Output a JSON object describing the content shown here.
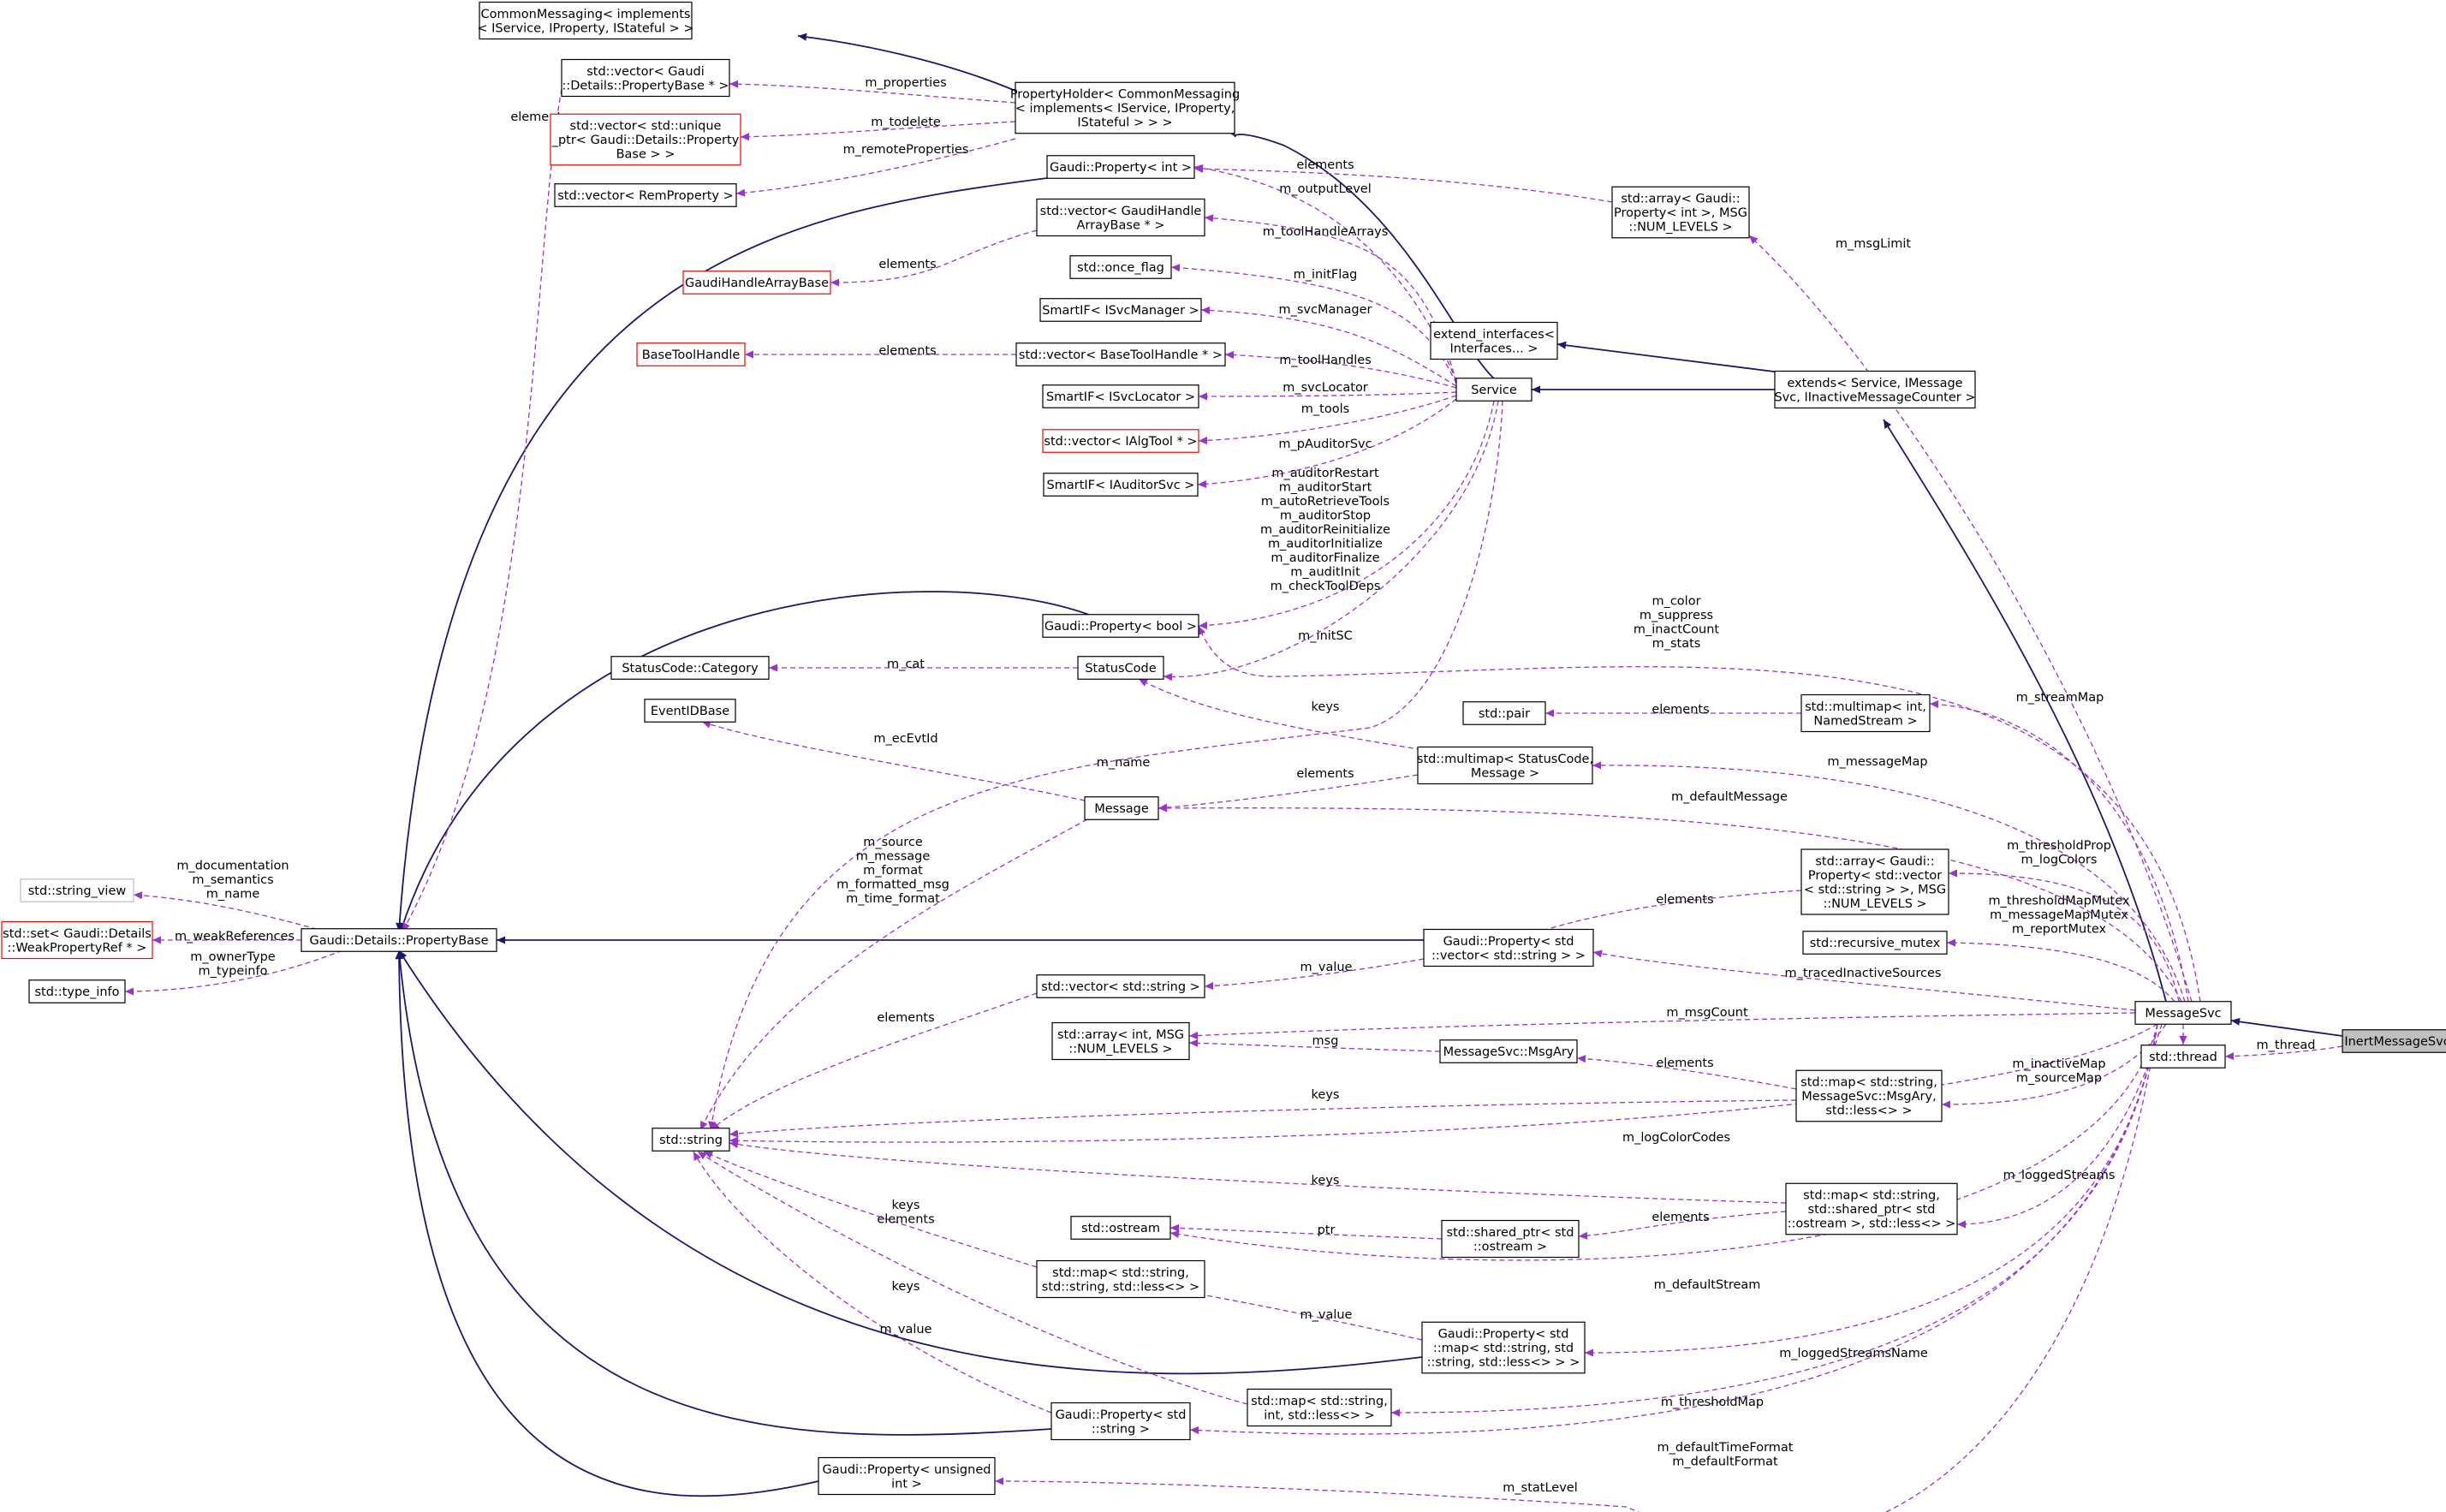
{
  "colors": {
    "inheritance": "#191970",
    "usage": "#9a32cd",
    "missing_node_border": "#ff0000",
    "external_node_border": "#bfbfbf",
    "highlighted_node_fill": "#bfbfbf"
  },
  "nodes": [
    {
      "id": "common_messaging",
      "lines": [
        "CommonMessaging< implements",
        "< IService, IProperty, IStateful > >"
      ],
      "style": "normal"
    },
    {
      "id": "vector_propertybase",
      "lines": [
        "std::vector< Gaudi",
        "::Details::PropertyBase * >"
      ],
      "style": "normal"
    },
    {
      "id": "vector_unique_ptr",
      "lines": [
        "std::vector< std::unique",
        "_ptr< Gaudi::Details::Property",
        "Base > >"
      ],
      "style": "red"
    },
    {
      "id": "vector_remprop",
      "lines": [
        "std::vector< RemProperty >"
      ],
      "style": "normal"
    },
    {
      "id": "property_holder",
      "lines": [
        "PropertyHolder< CommonMessaging",
        "< implements< IService, IProperty,",
        "IStateful > > >"
      ],
      "style": "normal"
    },
    {
      "id": "prop_int",
      "lines": [
        "Gaudi::Property< int >"
      ],
      "style": "normal"
    },
    {
      "id": "vector_gaudihandle",
      "lines": [
        "std::vector< GaudiHandle",
        "ArrayBase * >"
      ],
      "style": "normal"
    },
    {
      "id": "gaudihandle_arraybase",
      "lines": [
        "GaudiHandleArrayBase"
      ],
      "style": "red"
    },
    {
      "id": "once_flag",
      "lines": [
        "std::once_flag"
      ],
      "style": "normal"
    },
    {
      "id": "smartif_isvcmanager",
      "lines": [
        "SmartIF< ISvcManager >"
      ],
      "style": "normal"
    },
    {
      "id": "basetoolhandle",
      "lines": [
        "BaseToolHandle"
      ],
      "style": "red"
    },
    {
      "id": "vector_basetoolhandle",
      "lines": [
        "std::vector< BaseToolHandle * >"
      ],
      "style": "normal"
    },
    {
      "id": "smartif_isvclocator",
      "lines": [
        "SmartIF< ISvcLocator >"
      ],
      "style": "normal"
    },
    {
      "id": "vector_ialgtool",
      "lines": [
        "std::vector< IAlgTool * >"
      ],
      "style": "red"
    },
    {
      "id": "smartif_iauditorsvc",
      "lines": [
        "SmartIF< IAuditorSvc >"
      ],
      "style": "normal"
    },
    {
      "id": "array_prop_int",
      "lines": [
        "std::array< Gaudi::",
        "Property< int >, MSG",
        "::NUM_LEVELS >"
      ],
      "style": "normal"
    },
    {
      "id": "extend_interfaces",
      "lines": [
        "extend_interfaces<",
        "Interfaces... >"
      ],
      "style": "normal"
    },
    {
      "id": "service",
      "lines": [
        "Service"
      ],
      "style": "normal"
    },
    {
      "id": "extends",
      "lines": [
        "extends< Service, IMessage",
        "Svc, IInactiveMessageCounter >"
      ],
      "style": "normal"
    },
    {
      "id": "prop_bool",
      "lines": [
        "Gaudi::Property< bool >"
      ],
      "style": "normal"
    },
    {
      "id": "statuscode_category",
      "lines": [
        "StatusCode::Category"
      ],
      "style": "normal"
    },
    {
      "id": "statuscode",
      "lines": [
        "StatusCode"
      ],
      "style": "normal"
    },
    {
      "id": "eventidbase",
      "lines": [
        "EventIDBase"
      ],
      "style": "normal"
    },
    {
      "id": "std_pair",
      "lines": [
        "std::pair"
      ],
      "style": "normal"
    },
    {
      "id": "multimap_namedstream",
      "lines": [
        "std::multimap< int,",
        "NamedStream >"
      ],
      "style": "normal"
    },
    {
      "id": "multimap_statuscode",
      "lines": [
        "std::multimap< StatusCode,",
        "Message >"
      ],
      "style": "normal"
    },
    {
      "id": "message",
      "lines": [
        "Message"
      ],
      "style": "normal"
    },
    {
      "id": "string_view",
      "lines": [
        "std::string_view"
      ],
      "style": "grey"
    },
    {
      "id": "set_weakref",
      "lines": [
        "std::set< Gaudi::Details",
        "::WeakPropertyRef * >"
      ],
      "style": "red"
    },
    {
      "id": "type_info",
      "lines": [
        "std::type_info"
      ],
      "style": "normal"
    },
    {
      "id": "propertybase",
      "lines": [
        "Gaudi::Details::PropertyBase"
      ],
      "style": "normal"
    },
    {
      "id": "array_prop_vector",
      "lines": [
        "std::array< Gaudi::",
        "Property< std::vector",
        "< std::string > >, MSG",
        "::NUM_LEVELS >"
      ],
      "style": "normal"
    },
    {
      "id": "prop_vector_string",
      "lines": [
        "Gaudi::Property< std",
        "::vector< std::string > >"
      ],
      "style": "normal"
    },
    {
      "id": "recursive_mutex",
      "lines": [
        "std::recursive_mutex"
      ],
      "style": "normal"
    },
    {
      "id": "vector_string",
      "lines": [
        "std::vector< std::string >"
      ],
      "style": "normal"
    },
    {
      "id": "array_int",
      "lines": [
        "std::array< int, MSG",
        "::NUM_LEVELS >"
      ],
      "style": "normal"
    },
    {
      "id": "msgary",
      "lines": [
        "MessageSvc::MsgAry"
      ],
      "style": "normal"
    },
    {
      "id": "messagesvc",
      "lines": [
        "MessageSvc"
      ],
      "style": "normal"
    },
    {
      "id": "inertmessagesvc",
      "lines": [
        "InertMessageSvc"
      ],
      "style": "highlight"
    },
    {
      "id": "std_thread",
      "lines": [
        "std::thread"
      ],
      "style": "normal"
    },
    {
      "id": "map_msgary",
      "lines": [
        "std::map< std::string,",
        "MessageSvc::MsgAry,",
        "std::less<> >"
      ],
      "style": "normal"
    },
    {
      "id": "std_string",
      "lines": [
        "std::string"
      ],
      "style": "normal"
    },
    {
      "id": "std_ostream",
      "lines": [
        "std::ostream"
      ],
      "style": "normal"
    },
    {
      "id": "map_shared_ptr",
      "lines": [
        "std::map< std::string,",
        "std::shared_ptr< std",
        "::ostream >, std::less<> >"
      ],
      "style": "normal"
    },
    {
      "id": "shared_ptr_ostream",
      "lines": [
        "std::shared_ptr< std",
        "::ostream >"
      ],
      "style": "normal"
    },
    {
      "id": "map_string_string",
      "lines": [
        "std::map< std::string,",
        "std::string, std::less<> >"
      ],
      "style": "normal"
    },
    {
      "id": "prop_map",
      "lines": [
        "Gaudi::Property< std",
        "::map< std::string, std",
        "::string, std::less<> > >"
      ],
      "style": "normal"
    },
    {
      "id": "map_string_int",
      "lines": [
        "std::map< std::string,",
        "int, std::less<> >"
      ],
      "style": "normal"
    },
    {
      "id": "prop_string",
      "lines": [
        "Gaudi::Property< std",
        "::string >"
      ],
      "style": "normal"
    },
    {
      "id": "prop_unsigned",
      "lines": [
        "Gaudi::Property< unsigned",
        "int >"
      ],
      "style": "normal"
    }
  ],
  "edges": [
    {
      "from": "property_holder",
      "to": "common_messaging",
      "kind": "inheritance",
      "label": []
    },
    {
      "from": "service",
      "to": "property_holder",
      "kind": "inheritance",
      "label": []
    },
    {
      "from": "extends",
      "to": "extend_interfaces",
      "kind": "inheritance",
      "label": []
    },
    {
      "from": "extends",
      "to": "service",
      "kind": "inheritance",
      "label": []
    },
    {
      "from": "messagesvc",
      "to": "extends",
      "kind": "inheritance",
      "label": []
    },
    {
      "from": "inertmessagesvc",
      "to": "messagesvc",
      "kind": "inheritance",
      "label": []
    },
    {
      "from": "prop_int",
      "to": "propertybase",
      "kind": "inheritance",
      "label": []
    },
    {
      "from": "prop_bool",
      "to": "propertybase",
      "kind": "inheritance",
      "label": []
    },
    {
      "from": "prop_vector_string",
      "to": "propertybase",
      "kind": "inheritance",
      "label": []
    },
    {
      "from": "prop_map",
      "to": "propertybase",
      "kind": "inheritance",
      "label": []
    },
    {
      "from": "prop_string",
      "to": "propertybase",
      "kind": "inheritance",
      "label": []
    },
    {
      "from": "prop_unsigned",
      "to": "propertybase",
      "kind": "inheritance",
      "label": []
    },
    {
      "from": "property_holder",
      "to": "vector_propertybase",
      "kind": "usage",
      "label": [
        "m_properties"
      ]
    },
    {
      "from": "property_holder",
      "to": "vector_unique_ptr",
      "kind": "usage",
      "label": [
        "m_todelete"
      ]
    },
    {
      "from": "property_holder",
      "to": "vector_remprop",
      "kind": "usage",
      "label": [
        "m_remoteProperties"
      ]
    },
    {
      "from": "vector_propertybase",
      "to": "propertybase",
      "kind": "usage",
      "label": [
        "elements"
      ]
    },
    {
      "from": "service",
      "to": "prop_int",
      "kind": "usage",
      "label": [
        "m_outputLevel"
      ]
    },
    {
      "from": "array_prop_int",
      "to": "prop_int",
      "kind": "usage",
      "label": [
        "elements"
      ]
    },
    {
      "from": "service",
      "to": "vector_gaudihandle",
      "kind": "usage",
      "label": [
        "m_toolHandleArrays"
      ]
    },
    {
      "from": "vector_gaudihandle",
      "to": "gaudihandle_arraybase",
      "kind": "usage",
      "label": [
        "elements"
      ]
    },
    {
      "from": "service",
      "to": "once_flag",
      "kind": "usage",
      "label": [
        "m_initFlag"
      ]
    },
    {
      "from": "service",
      "to": "smartif_isvcmanager",
      "kind": "usage",
      "label": [
        "m_svcManager"
      ]
    },
    {
      "from": "service",
      "to": "vector_basetoolhandle",
      "kind": "usage",
      "label": [
        "m_toolHandles"
      ]
    },
    {
      "from": "vector_basetoolhandle",
      "to": "basetoolhandle",
      "kind": "usage",
      "label": [
        "elements"
      ]
    },
    {
      "from": "service",
      "to": "smartif_isvclocator",
      "kind": "usage",
      "label": [
        "m_svcLocator"
      ]
    },
    {
      "from": "service",
      "to": "vector_ialgtool",
      "kind": "usage",
      "label": [
        "m_tools"
      ]
    },
    {
      "from": "service",
      "to": "smartif_iauditorsvc",
      "kind": "usage",
      "label": [
        "m_pAuditorSvc"
      ]
    },
    {
      "from": "service",
      "to": "prop_bool",
      "kind": "usage",
      "label": [
        "m_auditorRestart",
        "m_auditorStart",
        "m_autoRetrieveTools",
        "m_auditorStop",
        "m_auditorReinitialize",
        "m_auditorInitialize",
        "m_auditorFinalize",
        "m_auditInit",
        "m_checkToolDeps"
      ]
    },
    {
      "from": "service",
      "to": "statuscode",
      "kind": "usage",
      "label": [
        "m_initSC"
      ]
    },
    {
      "from": "service",
      "to": "std_string",
      "kind": "usage",
      "label": [
        "m_name"
      ]
    },
    {
      "from": "messagesvc",
      "to": "array_prop_int",
      "kind": "usage",
      "label": [
        "m_msgLimit"
      ]
    },
    {
      "from": "messagesvc",
      "to": "prop_bool",
      "kind": "usage",
      "label": [
        "m_color",
        "m_suppress",
        "m_inactCount",
        "m_stats"
      ]
    },
    {
      "from": "statuscode",
      "to": "statuscode_category",
      "kind": "usage",
      "label": [
        "m_cat"
      ]
    },
    {
      "from": "multimap_statuscode",
      "to": "statuscode",
      "kind": "usage",
      "label": [
        "keys"
      ]
    },
    {
      "from": "message",
      "to": "eventidbase",
      "kind": "usage",
      "label": [
        "m_ecEvtId"
      ]
    },
    {
      "from": "multimap_namedstream",
      "to": "std_pair",
      "kind": "usage",
      "label": [
        "elements"
      ]
    },
    {
      "from": "messagesvc",
      "to": "multimap_namedstream",
      "kind": "usage",
      "label": [
        "m_streamMap"
      ]
    },
    {
      "from": "messagesvc",
      "to": "multimap_statuscode",
      "kind": "usage",
      "label": [
        "m_messageMap"
      ]
    },
    {
      "from": "multimap_statuscode",
      "to": "message",
      "kind": "usage",
      "label": [
        "elements"
      ]
    },
    {
      "from": "messagesvc",
      "to": "message",
      "kind": "usage",
      "label": [
        "m_defaultMessage"
      ]
    },
    {
      "from": "message",
      "to": "std_string",
      "kind": "usage",
      "label": [
        "m_source",
        "m_message",
        "m_format",
        "m_formatted_msg",
        "m_time_format"
      ]
    },
    {
      "from": "propertybase",
      "to": "string_view",
      "kind": "usage",
      "label": [
        "m_documentation",
        "m_semantics",
        "m_name"
      ]
    },
    {
      "from": "propertybase",
      "to": "set_weakref",
      "kind": "usage",
      "label": [
        "m_weakReferences"
      ]
    },
    {
      "from": "propertybase",
      "to": "type_info",
      "kind": "usage",
      "label": [
        "m_ownerType",
        "m_typeinfo"
      ]
    },
    {
      "from": "messagesvc",
      "to": "array_prop_vector",
      "kind": "usage",
      "label": [
        "m_thresholdProp",
        "m_logColors"
      ]
    },
    {
      "from": "array_prop_vector",
      "to": "prop_vector_string",
      "kind": "usage",
      "label": [
        "elements"
      ]
    },
    {
      "from": "messagesvc",
      "to": "recursive_mutex",
      "kind": "usage",
      "label": [
        "m_thresholdMapMutex",
        "m_messageMapMutex",
        "m_reportMutex"
      ]
    },
    {
      "from": "messagesvc",
      "to": "prop_vector_string",
      "kind": "usage",
      "label": [
        "m_tracedInactiveSources"
      ]
    },
    {
      "from": "prop_vector_string",
      "to": "vector_string",
      "kind": "usage",
      "label": [
        "m_value"
      ]
    },
    {
      "from": "vector_string",
      "to": "std_string",
      "kind": "usage",
      "label": [
        "elements"
      ]
    },
    {
      "from": "messagesvc",
      "to": "array_int",
      "kind": "usage",
      "label": [
        "m_msgCount"
      ]
    },
    {
      "from": "msgary",
      "to": "array_int",
      "kind": "usage",
      "label": [
        "msg"
      ]
    },
    {
      "from": "map_msgary",
      "to": "msgary",
      "kind": "usage",
      "label": [
        "elements"
      ]
    },
    {
      "from": "messagesvc",
      "to": "std_thread",
      "kind": "usage",
      "label": []
    },
    {
      "from": "inertmessagesvc",
      "to": "std_thread",
      "kind": "usage",
      "label": [
        "m_thread"
      ]
    },
    {
      "from": "messagesvc",
      "to": "map_msgary",
      "kind": "usage",
      "label": [
        "m_inactiveMap",
        "m_sourceMap"
      ]
    },
    {
      "from": "map_msgary",
      "to": "std_string",
      "kind": "usage",
      "label": [
        "keys"
      ]
    },
    {
      "from": "messagesvc",
      "to": "std_string",
      "kind": "usage",
      "label": [
        "m_logColorCodes"
      ]
    },
    {
      "from": "map_shared_ptr",
      "to": "std_string",
      "kind": "usage",
      "label": [
        "keys"
      ]
    },
    {
      "from": "messagesvc",
      "to": "map_shared_ptr",
      "kind": "usage",
      "label": [
        "m_loggedStreams"
      ]
    },
    {
      "from": "map_shared_ptr",
      "to": "shared_ptr_ostream",
      "kind": "usage",
      "label": [
        "elements"
      ]
    },
    {
      "from": "shared_ptr_ostream",
      "to": "std_ostream",
      "kind": "usage",
      "label": [
        "ptr"
      ]
    },
    {
      "from": "map_string_string",
      "to": "std_string",
      "kind": "usage",
      "label": [
        "keys",
        "elements"
      ]
    },
    {
      "from": "messagesvc",
      "to": "std_ostream",
      "kind": "usage",
      "label": [
        "m_defaultStream"
      ]
    },
    {
      "from": "prop_map",
      "to": "map_string_string",
      "kind": "usage",
      "label": [
        "m_value"
      ]
    },
    {
      "from": "map_string_int",
      "to": "std_string",
      "kind": "usage",
      "label": [
        "keys"
      ]
    },
    {
      "from": "messagesvc",
      "to": "prop_map",
      "kind": "usage",
      "label": [
        "m_loggedStreamsName"
      ]
    },
    {
      "from": "prop_string",
      "to": "std_string",
      "kind": "usage",
      "label": [
        "m_value"
      ]
    },
    {
      "from": "messagesvc",
      "to": "map_string_int",
      "kind": "usage",
      "label": [
        "m_thresholdMap"
      ]
    },
    {
      "from": "messagesvc",
      "to": "prop_string",
      "kind": "usage",
      "label": [
        "m_defaultTimeFormat",
        "m_defaultFormat"
      ]
    },
    {
      "from": "messagesvc",
      "to": "prop_unsigned",
      "kind": "usage",
      "label": [
        "m_statLevel"
      ]
    }
  ]
}
